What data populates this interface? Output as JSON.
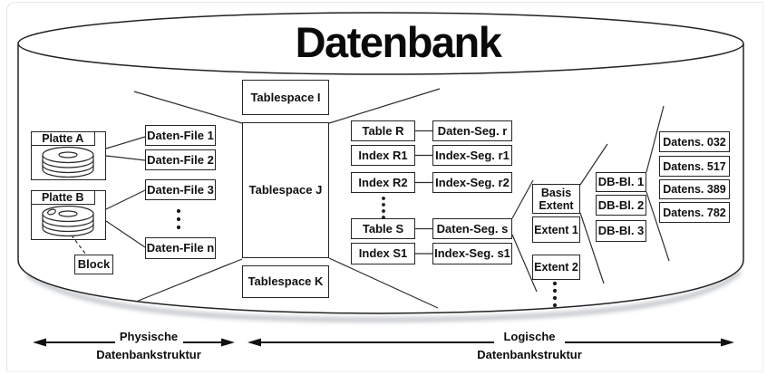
{
  "title": "Datenbank",
  "physical": {
    "disks": [
      {
        "label": "Platte A"
      },
      {
        "label": "Platte B"
      }
    ],
    "block_label": "Block",
    "data_files": [
      "Daten-File 1",
      "Daten-File 2",
      "Daten-File 3",
      "Daten-File n"
    ]
  },
  "tablespaces": [
    "Tablespace I",
    "Tablespace J",
    "Tablespace K"
  ],
  "schema_objects": [
    {
      "object": "Table R",
      "segment": "Daten-Seg. r"
    },
    {
      "object": "Index R1",
      "segment": "Index-Seg. r1"
    },
    {
      "object": "Index R2",
      "segment": "Index-Seg. r2"
    },
    {
      "object": "Table S",
      "segment": "Daten-Seg. s"
    },
    {
      "object": "Index S1",
      "segment": "Index-Seg. s1"
    }
  ],
  "extents": [
    "Basis Extent",
    "Extent 1",
    "Extent 2"
  ],
  "db_blocks": [
    "DB-Bl. 1",
    "DB-Bl. 2",
    "DB-Bl. 3"
  ],
  "records": [
    "Datens. 032",
    "Datens. 517",
    "Datens. 389",
    "Datens. 782"
  ],
  "legend": {
    "physical": {
      "line1": "Physische",
      "line2": "Datenbankstruktur"
    },
    "logical": {
      "line1": "Logische",
      "line2": "Datenbankstruktur"
    }
  },
  "colors": {
    "line": "#222222",
    "box_fill": "#ffffff",
    "background": "#ffffff"
  }
}
